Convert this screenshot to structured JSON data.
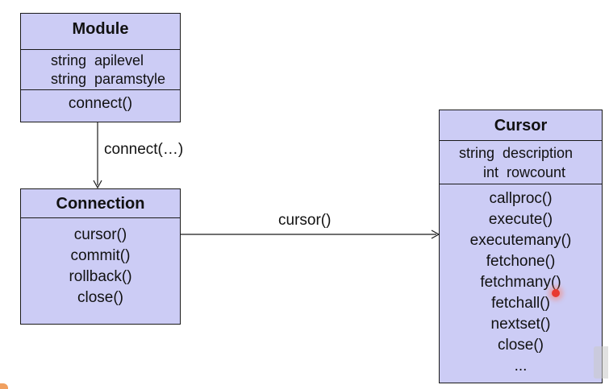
{
  "module": {
    "title": "Module",
    "attributes": [
      "string  apilevel",
      "string  paramstyle"
    ],
    "methods": [
      "connect()"
    ]
  },
  "connection": {
    "title": "Connection",
    "methods": [
      "cursor()",
      "commit()",
      "rollback()",
      "close()"
    ]
  },
  "cursor_class": {
    "title": "Cursor",
    "attributes": [
      "string  description",
      "int  rowcount"
    ],
    "methods": [
      "callproc()",
      "execute()",
      "executemany()",
      "fetchone()",
      "fetchmany()",
      "fetchall()",
      "nextset()",
      "close()",
      "..."
    ]
  },
  "edges": {
    "module_to_connection": "connect(…)",
    "connection_to_cursor": "cursor()"
  },
  "colors": {
    "box_fill": "#ccccf5",
    "border": "#1a1a1a",
    "pointer": "#e83a2e"
  }
}
